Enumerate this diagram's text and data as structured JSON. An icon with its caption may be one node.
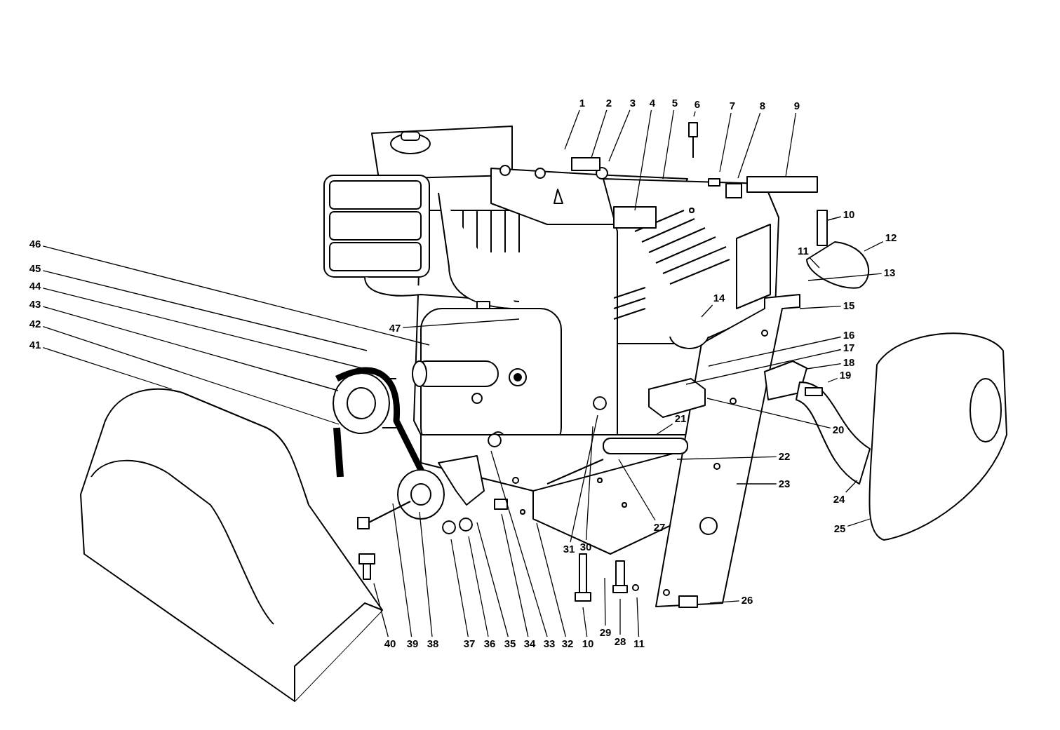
{
  "diagram": {
    "nodes": [
      {
        "text": [
          "1"
        ]
      },
      {
        "text": [
          "2"
        ]
      },
      {
        "text": [
          "3"
        ]
      },
      {
        "text": [
          "4"
        ]
      },
      {
        "text": [
          "5"
        ]
      },
      {
        "text": [
          "6"
        ]
      },
      {
        "text": [
          "7"
        ]
      },
      {
        "text": [
          "8"
        ]
      },
      {
        "text": [
          "9"
        ]
      },
      {
        "text": [
          "10"
        ]
      },
      {
        "text": [
          "11"
        ]
      },
      {
        "text": [
          "12"
        ]
      },
      {
        "text": [
          "13"
        ]
      },
      {
        "text": [
          "14"
        ]
      },
      {
        "text": [
          "15"
        ]
      },
      {
        "text": [
          "16"
        ]
      },
      {
        "text": [
          "17"
        ]
      },
      {
        "text": [
          "18"
        ]
      },
      {
        "text": [
          "19"
        ]
      },
      {
        "text": [
          "20"
        ]
      },
      {
        "text": [
          "21"
        ]
      },
      {
        "text": [
          "22"
        ]
      },
      {
        "text": [
          "23"
        ]
      },
      {
        "text": [
          "24"
        ]
      },
      {
        "text": [
          "25"
        ]
      },
      {
        "text": [
          "26"
        ]
      },
      {
        "text": [
          "27"
        ]
      },
      {
        "text": [
          "30"
        ]
      },
      {
        "text": [
          "31"
        ]
      },
      {
        "text": [
          "40"
        ]
      },
      {
        "text": [
          "39"
        ]
      },
      {
        "text": [
          "38"
        ]
      },
      {
        "text": [
          "37"
        ]
      },
      {
        "text": [
          "36"
        ]
      },
      {
        "text": [
          "35"
        ]
      },
      {
        "text": [
          "34"
        ]
      },
      {
        "text": [
          "33"
        ]
      },
      {
        "text": [
          "32"
        ]
      },
      {
        "text": [
          "10"
        ]
      },
      {
        "text": [
          "29"
        ]
      },
      {
        "text": [
          "28"
        ]
      },
      {
        "text": [
          "11"
        ]
      },
      {
        "text": [
          "46"
        ]
      },
      {
        "text": [
          "45"
        ]
      },
      {
        "text": [
          "44"
        ]
      },
      {
        "text": [
          "43"
        ]
      },
      {
        "text": [
          "42"
        ]
      },
      {
        "text": [
          "41"
        ]
      },
      {
        "text": [
          "47"
        ]
      }
    ],
    "edges": [
      {
        "from": 0,
        "to": null,
        "arrow": "none"
      },
      {
        "from": 1,
        "to": null,
        "arrow": "none"
      },
      {
        "from": 2,
        "to": null,
        "arrow": "none"
      },
      {
        "from": 3,
        "to": null,
        "arrow": "none"
      },
      {
        "from": 4,
        "to": null,
        "arrow": "none"
      },
      {
        "from": 5,
        "to": null,
        "arrow": "none"
      },
      {
        "from": 6,
        "to": null,
        "arrow": "none"
      },
      {
        "from": 7,
        "to": null,
        "arrow": "none"
      },
      {
        "from": 8,
        "to": null,
        "arrow": "none"
      },
      {
        "from": 9,
        "to": null,
        "arrow": "none"
      },
      {
        "from": 10,
        "to": null,
        "arrow": "none"
      },
      {
        "from": 11,
        "to": null,
        "arrow": "none"
      },
      {
        "from": 12,
        "to": null,
        "arrow": "none"
      },
      {
        "from": 13,
        "to": null,
        "arrow": "none"
      },
      {
        "from": 14,
        "to": null,
        "arrow": "none"
      },
      {
        "from": 15,
        "to": null,
        "arrow": "none"
      },
      {
        "from": 16,
        "to": null,
        "arrow": "none"
      },
      {
        "from": 17,
        "to": null,
        "arrow": "none"
      },
      {
        "from": 18,
        "to": null,
        "arrow": "none"
      },
      {
        "from": 19,
        "to": null,
        "arrow": "none"
      },
      {
        "from": 20,
        "to": null,
        "arrow": "none"
      },
      {
        "from": 21,
        "to": null,
        "arrow": "none"
      },
      {
        "from": 22,
        "to": null,
        "arrow": "none"
      },
      {
        "from": 23,
        "to": null,
        "arrow": "none"
      },
      {
        "from": 24,
        "to": null,
        "arrow": "none"
      },
      {
        "from": 25,
        "to": null,
        "arrow": "none"
      },
      {
        "from": 26,
        "to": null,
        "arrow": "none"
      },
      {
        "from": 27,
        "to": null,
        "arrow": "none"
      },
      {
        "from": 28,
        "to": null,
        "arrow": "none"
      },
      {
        "from": 29,
        "to": null,
        "arrow": "none"
      },
      {
        "from": 30,
        "to": null,
        "arrow": "none"
      },
      {
        "from": 31,
        "to": null,
        "arrow": "none"
      },
      {
        "from": 32,
        "to": null,
        "arrow": "none"
      },
      {
        "from": 33,
        "to": null,
        "arrow": "none"
      },
      {
        "from": 34,
        "to": null,
        "arrow": "none"
      },
      {
        "from": 35,
        "to": null,
        "arrow": "none"
      },
      {
        "from": 36,
        "to": null,
        "arrow": "none"
      },
      {
        "from": 37,
        "to": null,
        "arrow": "none"
      },
      {
        "from": 38,
        "to": null,
        "arrow": "none"
      },
      {
        "from": 39,
        "to": null,
        "arrow": "none"
      },
      {
        "from": 40,
        "to": null,
        "arrow": "none"
      },
      {
        "from": 41,
        "to": null,
        "arrow": "none"
      },
      {
        "from": 42,
        "to": null,
        "arrow": "none"
      },
      {
        "from": 43,
        "to": null,
        "arrow": "none"
      },
      {
        "from": 44,
        "to": null,
        "arrow": "none"
      },
      {
        "from": 45,
        "to": null,
        "arrow": "none"
      },
      {
        "from": 46,
        "to": null,
        "arrow": "none"
      },
      {
        "from": 47,
        "to": null,
        "arrow": "none"
      },
      {
        "from": 48,
        "to": null,
        "arrow": "none"
      }
    ]
  }
}
